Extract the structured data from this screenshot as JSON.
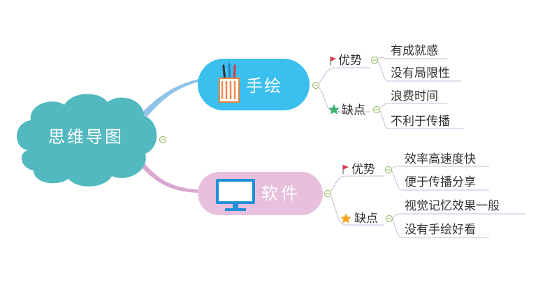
{
  "root": {
    "label": "思维导图",
    "color": "#52b9c0"
  },
  "branches": [
    {
      "key": "hand",
      "label": "手绘",
      "icon": "pencil-cup-icon",
      "color": "#3bbfef",
      "groups": [
        {
          "label": "优势",
          "icon": "red-flag-icon",
          "items": [
            "有成就感",
            "没有局限性"
          ]
        },
        {
          "label": "缺点",
          "icon": "green-star-icon",
          "items": [
            "浪费时间",
            "不利于传播"
          ]
        }
      ]
    },
    {
      "key": "soft",
      "label": "软件",
      "icon": "monitor-icon",
      "color": "#e8bfdc",
      "groups": [
        {
          "label": "优势",
          "icon": "red-flag-icon",
          "items": [
            "效率高速度快",
            "便于传播分享"
          ]
        },
        {
          "label": "缺点",
          "icon": "orange-star-icon",
          "items": [
            "视觉记忆效果一般",
            "没有手绘好看"
          ]
        }
      ]
    }
  ],
  "colors": {
    "connector_hand": "#8fc3e8",
    "connector_soft": "#d9a6cf",
    "flag": "#d9364a",
    "star_green": "#3cb371",
    "star_orange": "#f5a623",
    "collapse": "#7fb24a"
  }
}
